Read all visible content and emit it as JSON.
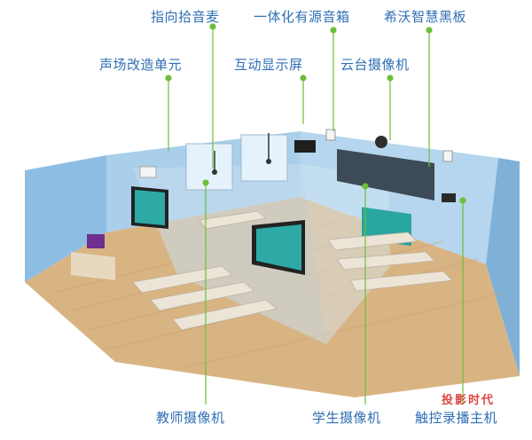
{
  "labels": {
    "mic": "指向拾音麦",
    "speaker": "一体化有源音箱",
    "blackboard": "希沃智慧黑板",
    "acoustic": "声场改造单元",
    "display": "互动显示屏",
    "ptz": "云台摄像机",
    "teacher_cam": "教师摄像机",
    "student_cam": "学生摄像机",
    "touch_host": "触控录播主机"
  },
  "watermark": "投影时代",
  "colors": {
    "label": "#2f6fb4",
    "leader": "#6cbf3a",
    "wall": "#9ec8e6",
    "wall_dark": "#7fb1d8",
    "floor": "#d9b483",
    "desk": "#ece4d6",
    "glass": "#c9dff0"
  }
}
